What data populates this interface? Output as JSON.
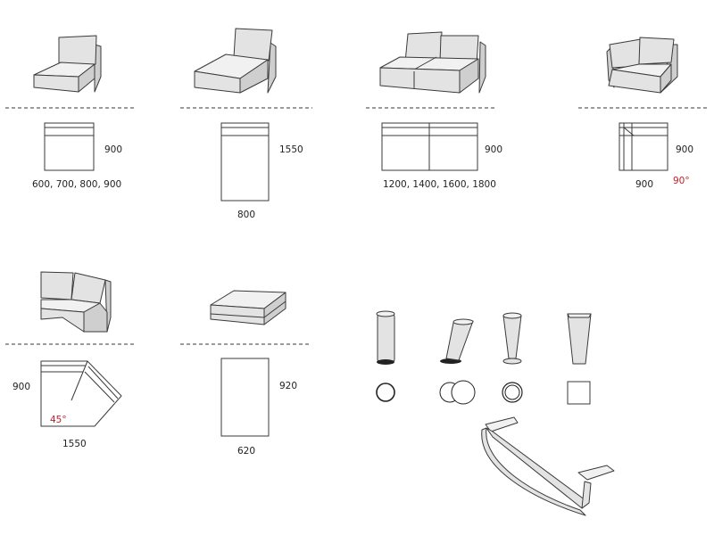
{
  "modules": [
    {
      "id": "armless-chair",
      "width": "900",
      "depth": "600, 700, 800, 900"
    },
    {
      "id": "chaise",
      "width": "1550",
      "depth": "800"
    },
    {
      "id": "two-seat",
      "width": "900",
      "depth": "1200, 1400, 1600, 1800"
    },
    {
      "id": "corner",
      "width": "900",
      "depth": "900",
      "angle": "90°"
    },
    {
      "id": "corner-45",
      "width": "900",
      "depth": "1550",
      "angle": "45°"
    },
    {
      "id": "ottoman",
      "width": "920",
      "depth": "620"
    }
  ],
  "feet": [
    {
      "icon": "cylinder-foot-icon",
      "footprint": "ring-icon"
    },
    {
      "icon": "slanted-foot-icon",
      "footprint": "double-ring-icon"
    },
    {
      "icon": "tapered-round-foot-icon",
      "footprint": "ring-icon"
    },
    {
      "icon": "tapered-square-foot-icon",
      "footprint": "square-icon"
    }
  ],
  "sledge_base": {
    "icon": "sledge-base-icon"
  },
  "colors": {
    "line": "#3a3a3a",
    "angle": "#c0202c",
    "fill": "#e3e3e3"
  }
}
